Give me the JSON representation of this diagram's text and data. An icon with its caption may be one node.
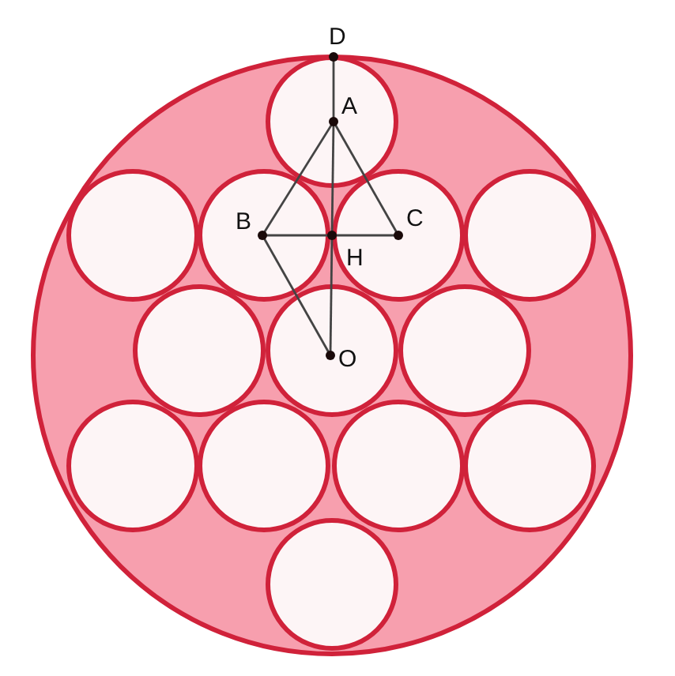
{
  "diagram": {
    "nodes": [
      {
        "text": [
          "D"
        ]
      },
      {
        "text": [
          "A"
        ]
      },
      {
        "text": [
          "B"
        ]
      },
      {
        "text": [
          "C"
        ]
      },
      {
        "text": [
          "H"
        ]
      },
      {
        "text": [
          "O"
        ]
      }
    ],
    "edges": [
      {
        "from": 0,
        "to": 1,
        "arrow": "none"
      },
      {
        "from": 1,
        "to": 4,
        "arrow": "none"
      },
      {
        "from": 4,
        "to": 5,
        "arrow": "none"
      },
      {
        "from": 1,
        "to": 2,
        "arrow": "none"
      },
      {
        "from": 1,
        "to": 3,
        "arrow": "none"
      },
      {
        "from": 2,
        "to": 4,
        "arrow": "none"
      },
      {
        "from": 4,
        "to": 3,
        "arrow": "none"
      },
      {
        "from": 2,
        "to": 5,
        "arrow": "none"
      }
    ]
  }
}
